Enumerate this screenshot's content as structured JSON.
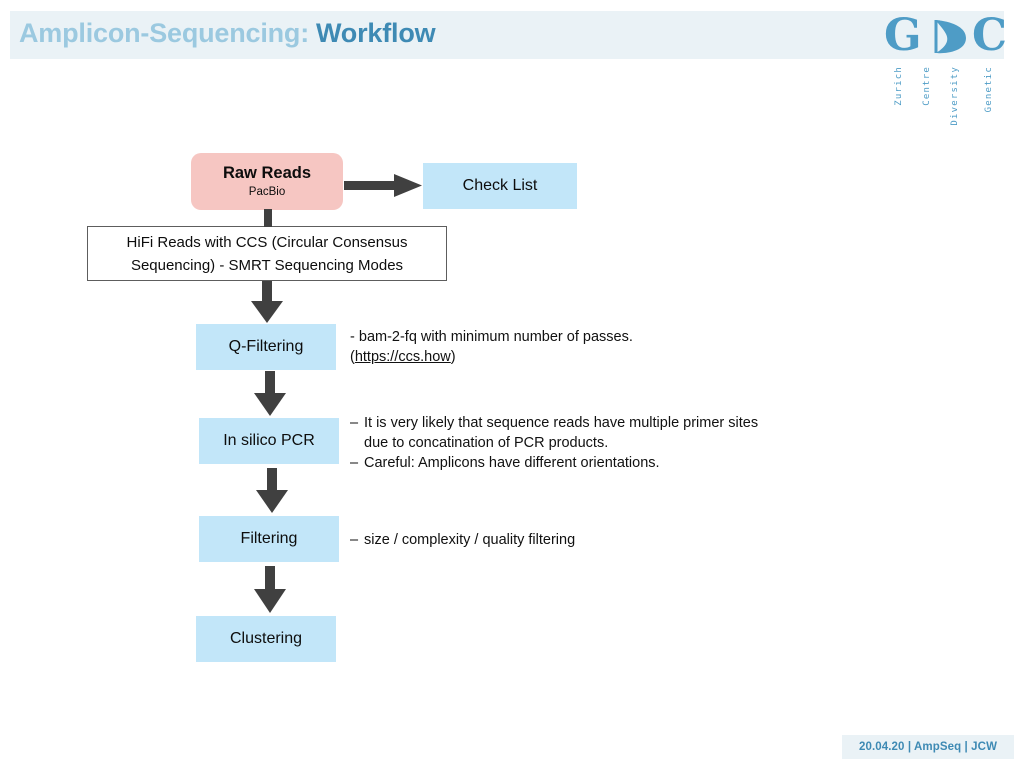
{
  "header": {
    "title_main": "Amplicon-Sequencing:",
    "title_sub": "Workflow",
    "band_color": "#eaf2f6",
    "title_main_color": "#9bc9e0",
    "title_sub_color": "#3e8ab4"
  },
  "logo": {
    "letters": "GDC",
    "color": "#4e9cc6",
    "words": [
      "Zurich",
      "Centre",
      "Diversity",
      "Genetic"
    ]
  },
  "flow": {
    "nodes": [
      {
        "id": "raw-reads",
        "label": "Raw Reads",
        "sublabel": "PacBio",
        "color": "#f6c6c2"
      },
      {
        "id": "check-list",
        "label": "Check List",
        "color": "#c2e6f9"
      },
      {
        "id": "hifi",
        "label": "HiFi Reads with CCS (Circular Consensus Sequencing) - SMRT Sequencing Modes",
        "color": "#ffffff"
      },
      {
        "id": "q-filtering",
        "label": "Q-Filtering",
        "color": "#c2e6f9"
      },
      {
        "id": "in-silico-pcr",
        "label": "In silico PCR",
        "color": "#c2e6f9"
      },
      {
        "id": "filtering",
        "label": "Filtering",
        "color": "#c2e6f9"
      },
      {
        "id": "clustering",
        "label": "Clustering",
        "color": "#c2e6f9"
      }
    ],
    "arrow_color": "#404040"
  },
  "annotations": {
    "q_filtering": {
      "line1_bullet": "-",
      "line1": "bam-2-fq with minimum number of passes.",
      "line2_prefix": "(",
      "line2_link": "https://ccs.how",
      "line2_suffix": ")"
    },
    "in_silico_pcr": {
      "b1_bullet": "–",
      "b1_line1": "It is very likely that sequence reads have multiple primer sites",
      "b1_line2": "due to concatination of PCR products.",
      "b2_bullet": "–",
      "b2_line1": "Careful: Amplicons have different orientations."
    },
    "filtering": {
      "b1_bullet": "–",
      "b1_line1": "size / complexity / quality filtering"
    }
  },
  "footer": {
    "text": "20.04.20 | AmpSeq | JCW",
    "color": "#3e8ab4"
  }
}
